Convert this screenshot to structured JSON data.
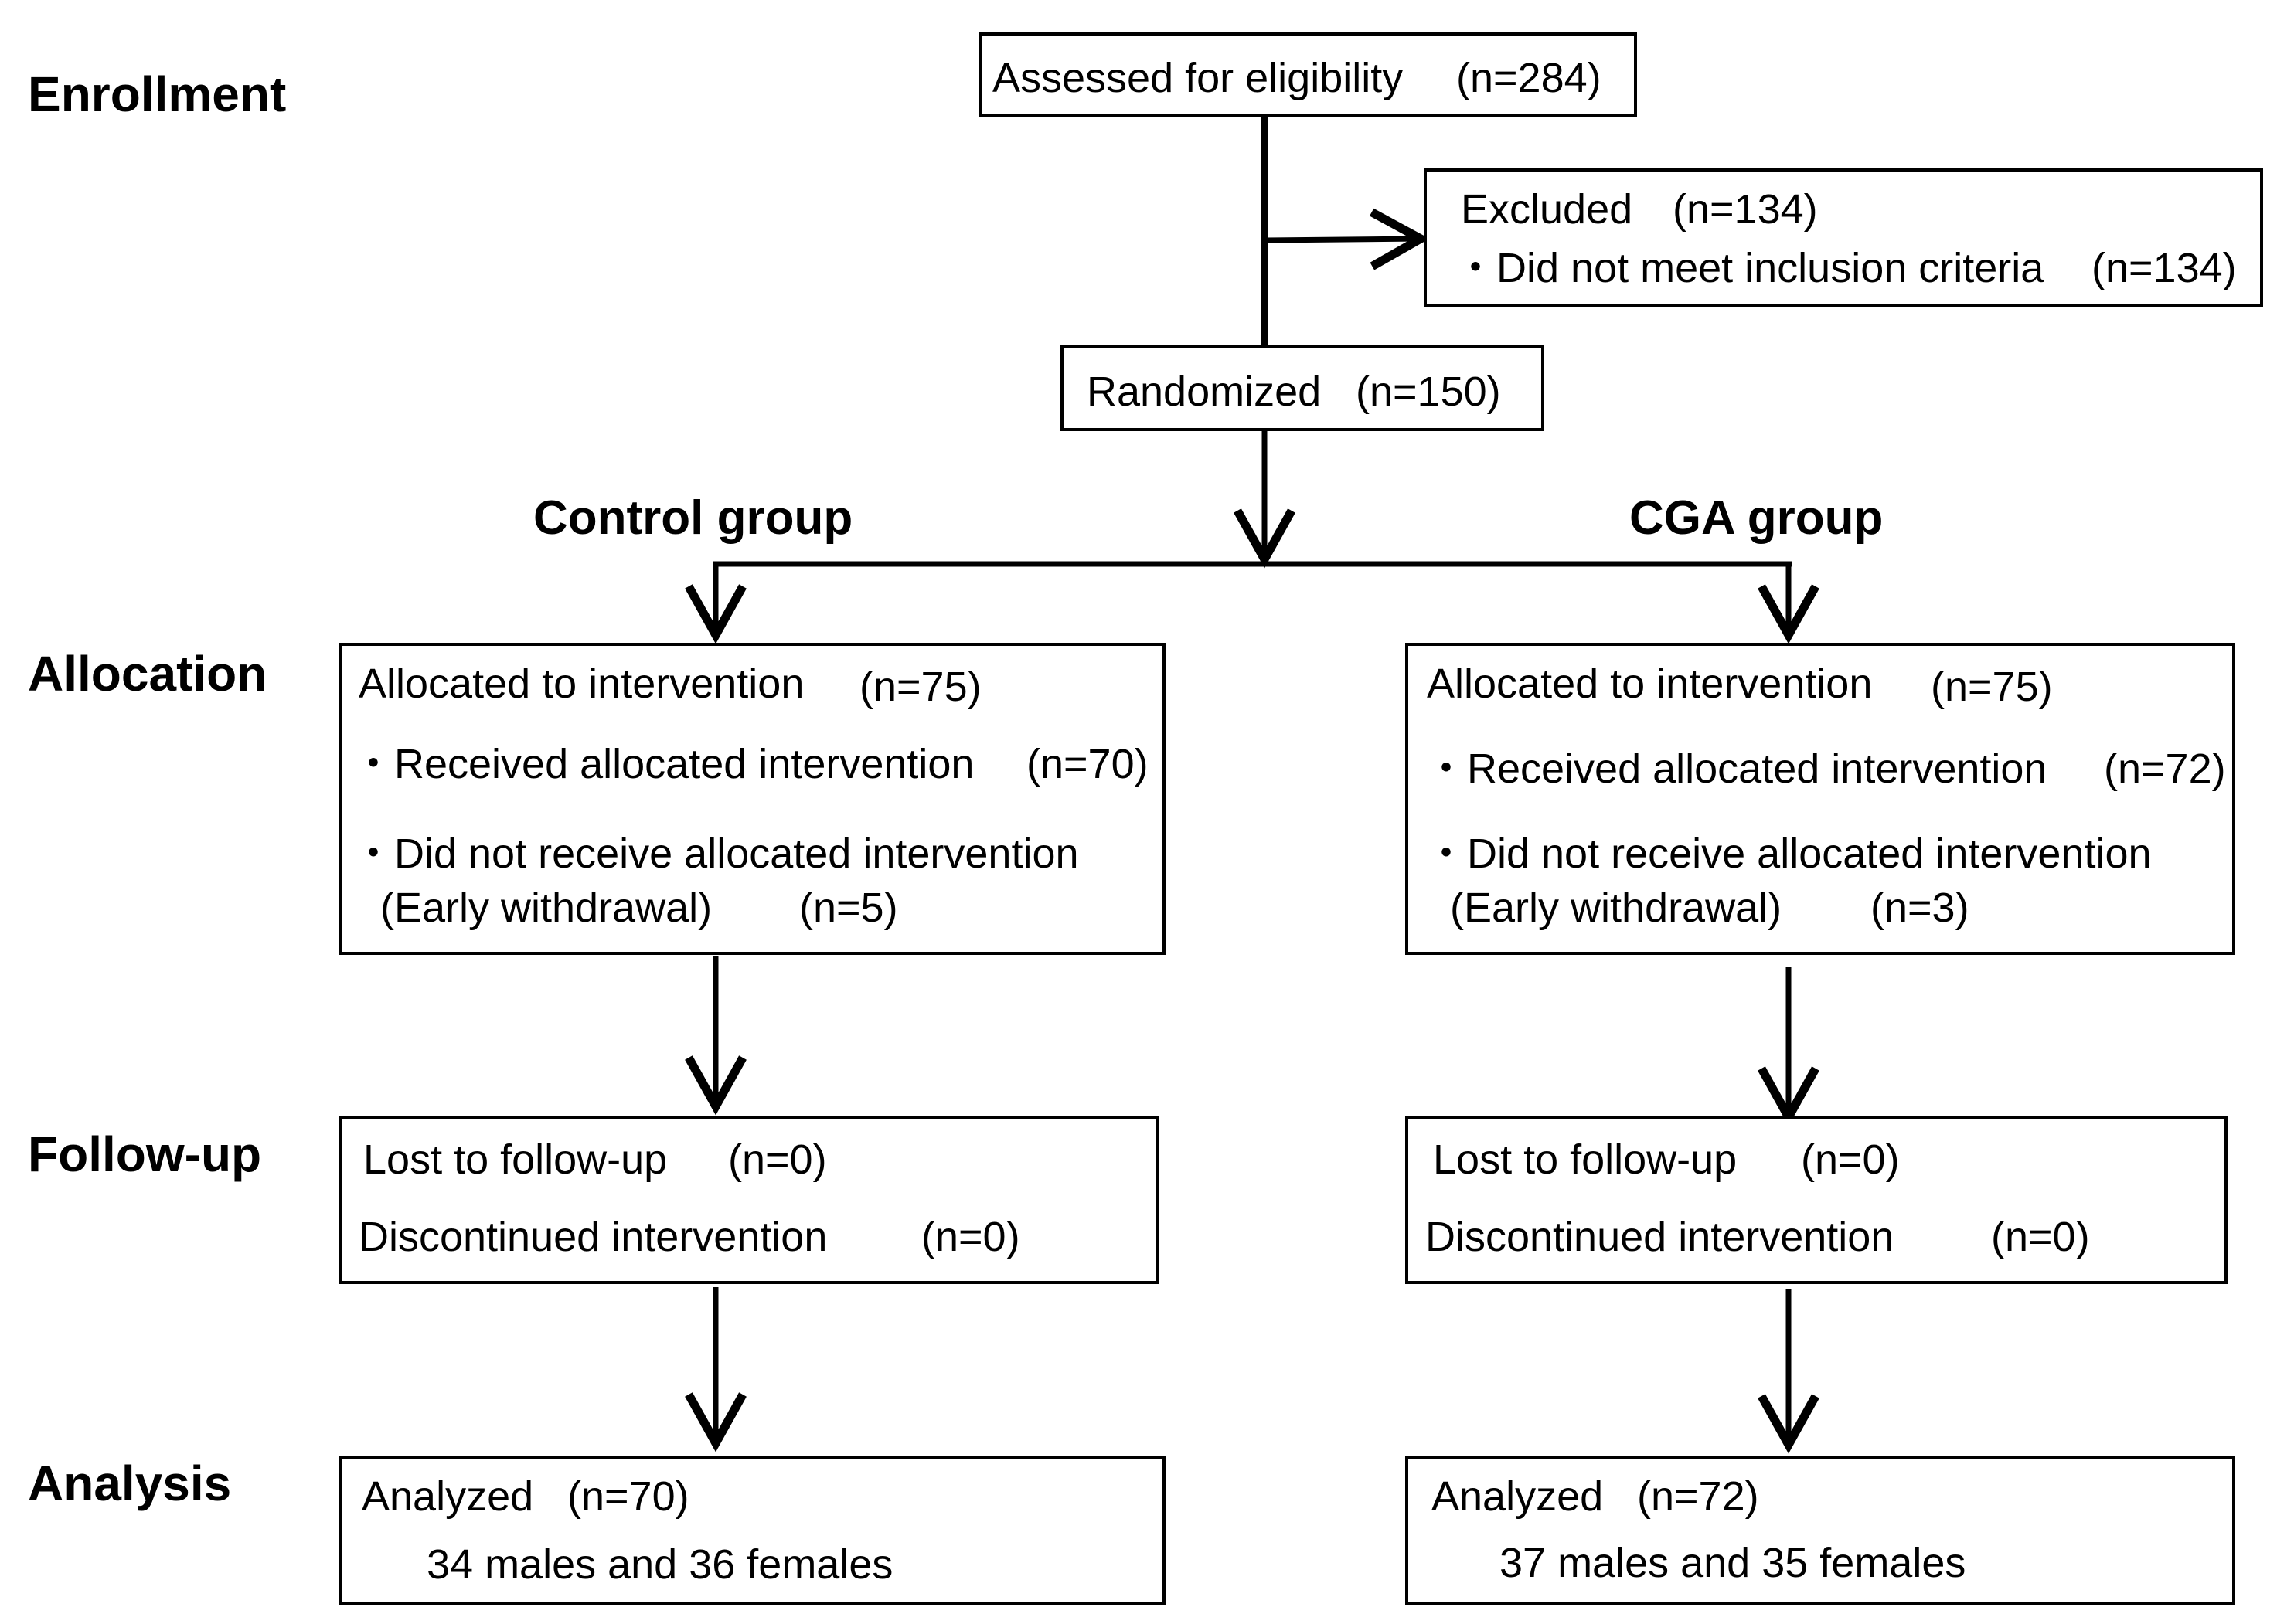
{
  "stages": {
    "enrollment": "Enrollment",
    "allocation": "Allocation",
    "followup": "Follow-up",
    "analysis": "Analysis"
  },
  "groups": {
    "control": "Control group",
    "cga": "CGA group"
  },
  "assessed": {
    "text": "Assessed for eligibility",
    "n": "(n=284)"
  },
  "excluded": {
    "title": "Excluded",
    "n": "(n=134)",
    "item": "・Did not meet inclusion criteria",
    "item_n": "(n=134)"
  },
  "randomized": {
    "text": "Randomized",
    "n": "(n=150)"
  },
  "control": {
    "allocation": {
      "title": "Allocated to intervention",
      "title_n": "(n=75)",
      "received": "・Received allocated intervention",
      "received_n": "(n=70)",
      "not_received": "・Did not receive allocated intervention",
      "withdrawal": "(Early withdrawal)",
      "withdrawal_n": "(n=5)"
    },
    "followup": {
      "lost": "Lost to follow-up",
      "lost_n": "(n=0)",
      "discontinued": "Discontinued intervention",
      "discontinued_n": "(n=0)"
    },
    "analysis": {
      "title": "Analyzed",
      "title_n": "(n=70)",
      "detail": "34 males and 36 females"
    }
  },
  "cga": {
    "allocation": {
      "title": "Allocated to intervention",
      "title_n": "(n=75)",
      "received": "・Received allocated intervention",
      "received_n": "(n=72)",
      "not_received": "・Did not receive allocated intervention",
      "withdrawal": "(Early withdrawal)",
      "withdrawal_n": "(n=3)"
    },
    "followup": {
      "lost": "Lost to follow-up",
      "lost_n": "(n=0)",
      "discontinued": "Discontinued intervention",
      "discontinued_n": "(n=0)"
    },
    "analysis": {
      "title": "Analyzed",
      "title_n": "(n=72)",
      "detail": "37 males and 35 females"
    }
  }
}
